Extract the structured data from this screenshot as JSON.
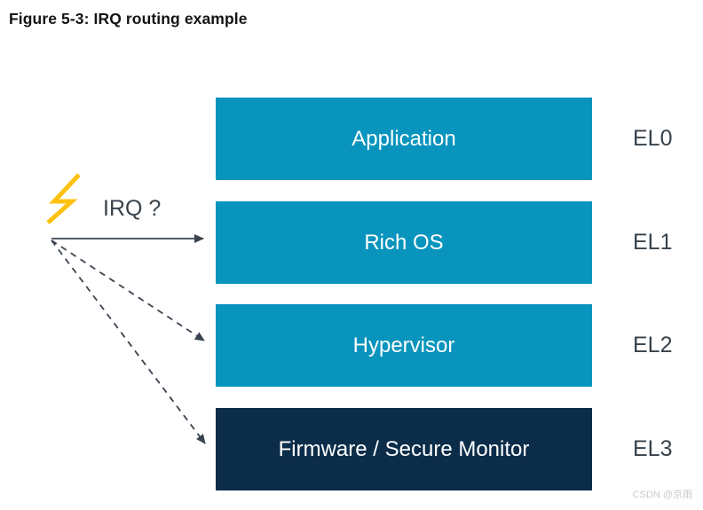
{
  "figure": {
    "title": "Figure 5-3: IRQ routing example"
  },
  "diagram": {
    "source": {
      "icon": "lightning-bolt-icon",
      "label": "IRQ ?"
    },
    "layers": [
      {
        "label": "Application",
        "el": "EL0",
        "color": "#0894bd"
      },
      {
        "label": "Rich OS",
        "el": "EL1",
        "color": "#0894bd"
      },
      {
        "label": "Hypervisor",
        "el": "EL2",
        "color": "#0894bd"
      },
      {
        "label": "Firmware / Secure Monitor",
        "el": "EL3",
        "color": "#0c2d4a"
      }
    ],
    "arrows": [
      {
        "style": "solid",
        "from": "IRQ ?",
        "to": "EL1"
      },
      {
        "style": "dashed",
        "from": "IRQ ?",
        "to": "EL2"
      },
      {
        "style": "dashed",
        "from": "IRQ ?",
        "to": "EL3"
      }
    ],
    "colors": {
      "layer_teal": "#0894bd",
      "layer_navy": "#0c2d4a",
      "arrow": "#3a4450",
      "bolt": "#fdc110",
      "label_text": "#37424c"
    }
  },
  "watermark": "CSDN @京雨"
}
